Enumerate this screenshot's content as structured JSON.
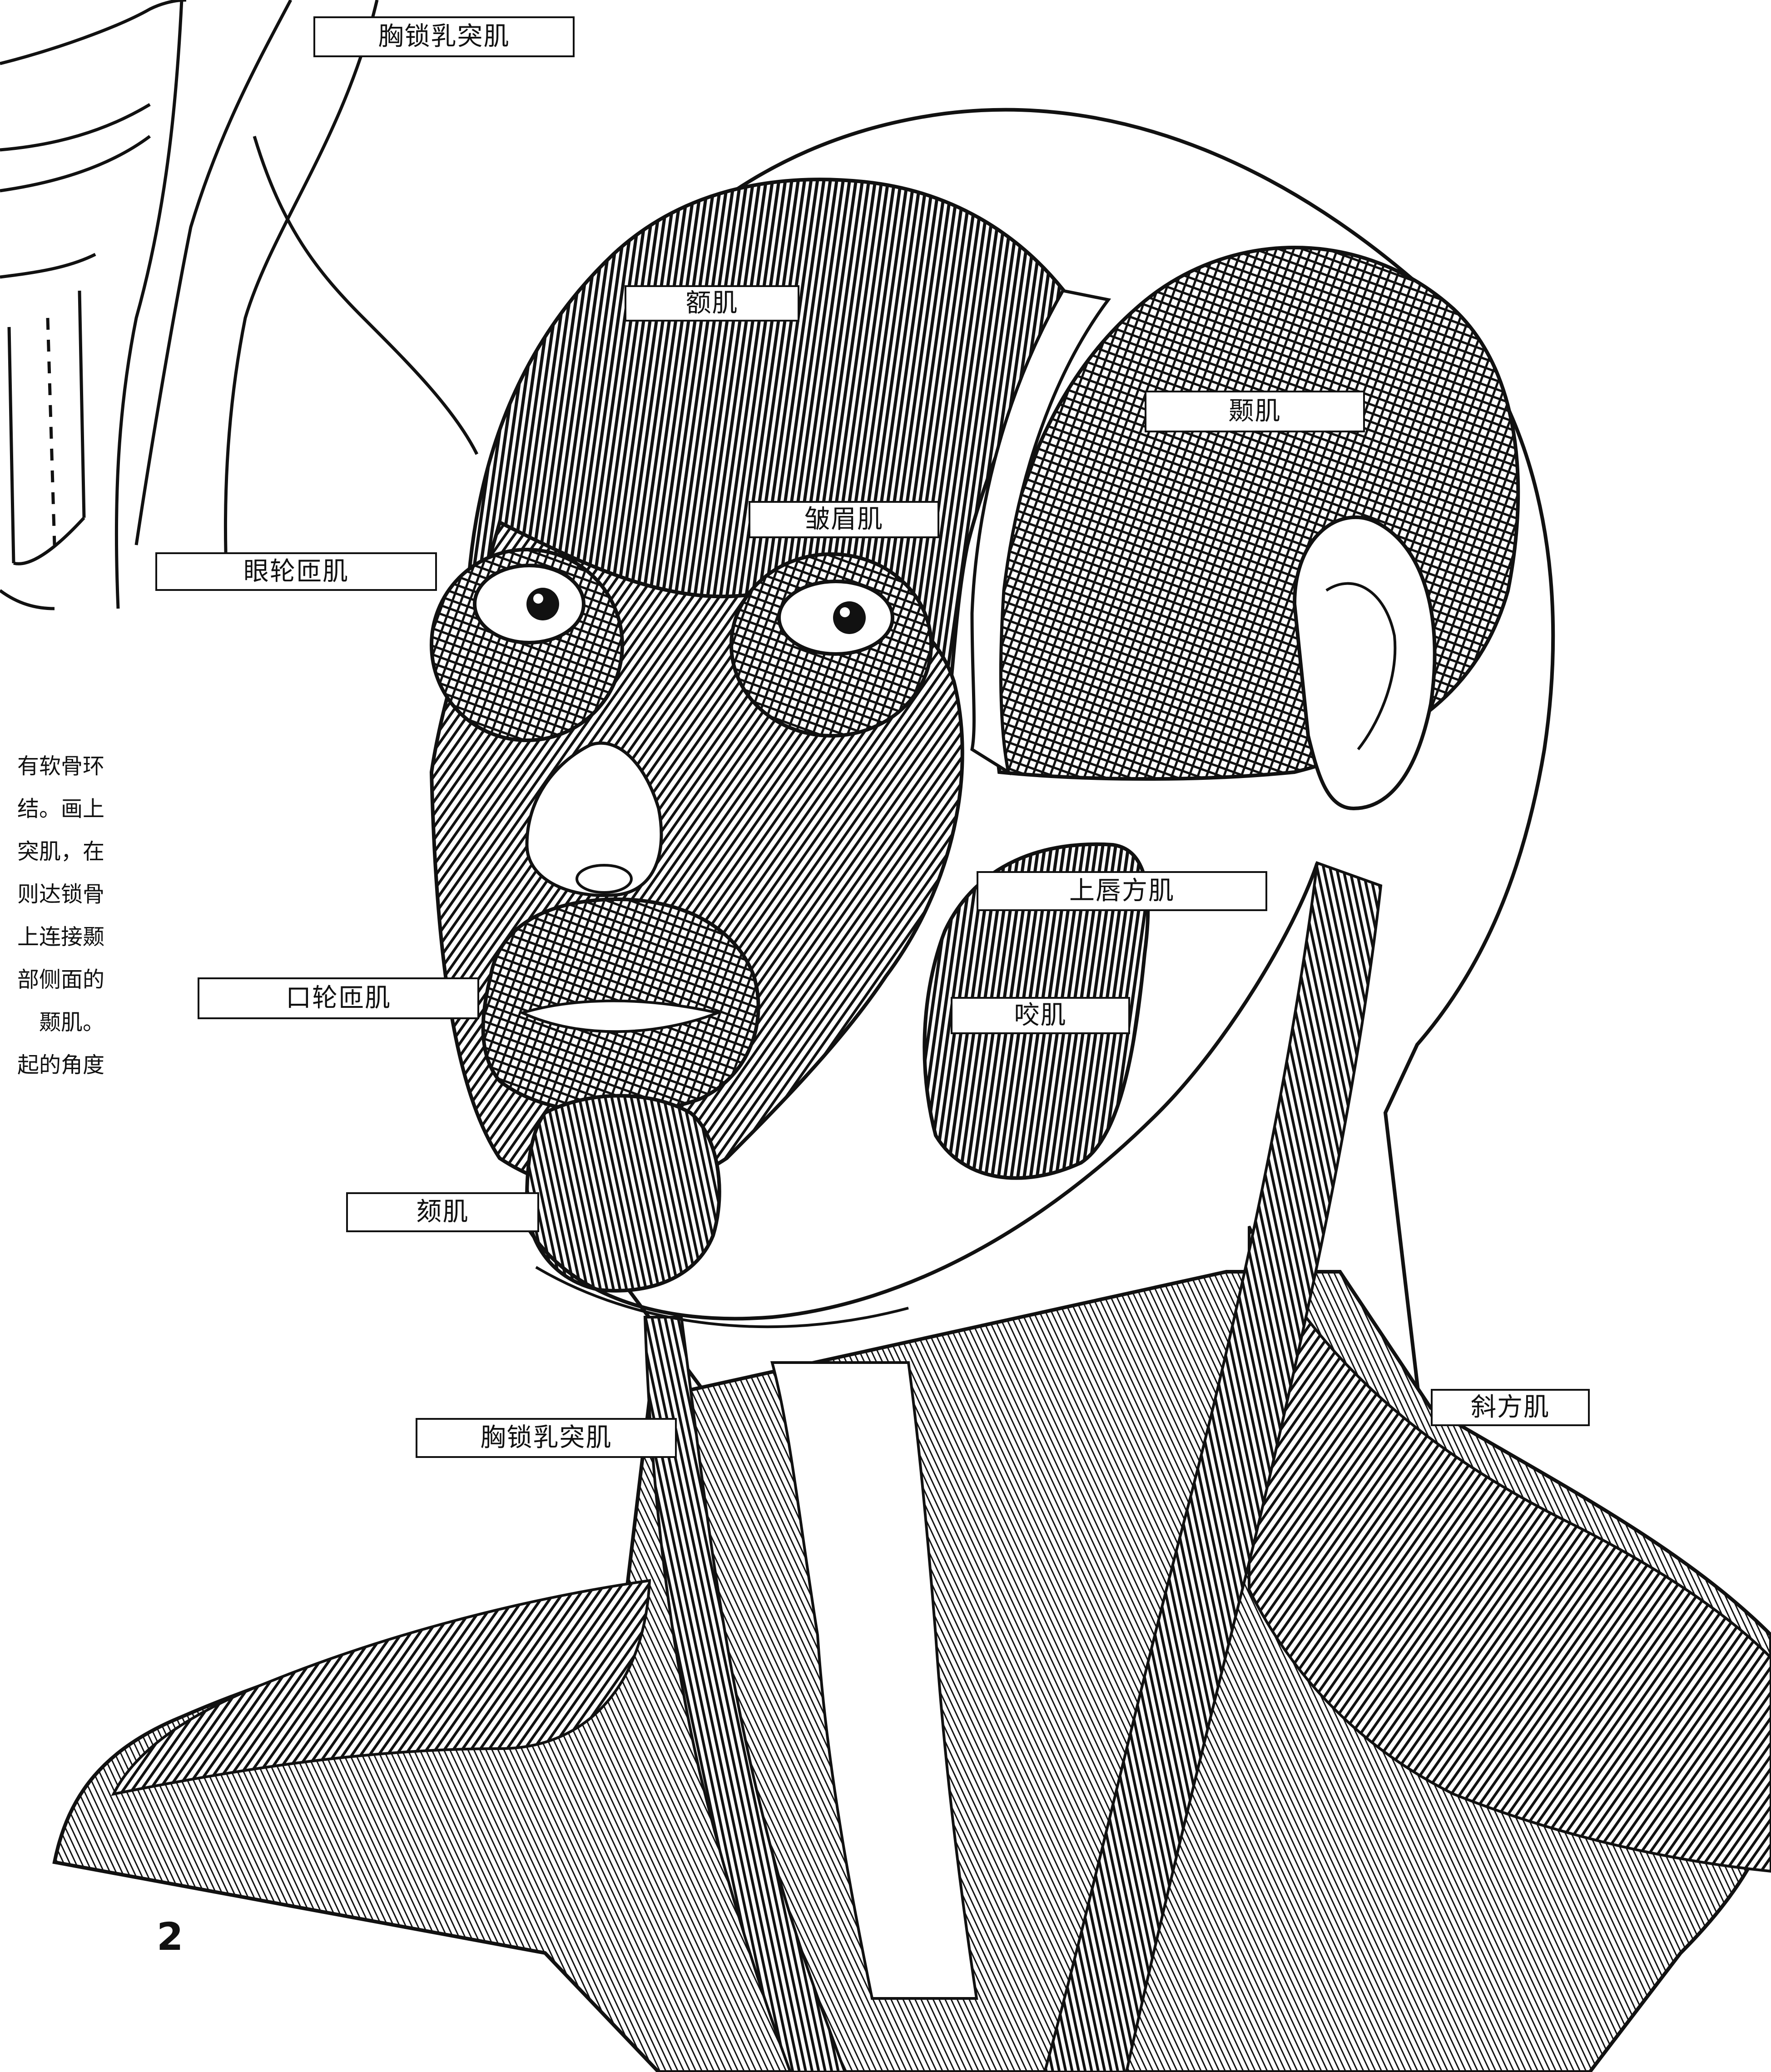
{
  "labels": {
    "scm_top": "胸锁乳突肌",
    "frontalis": "额肌",
    "temporalis": "颞肌",
    "corrugator": "皱眉肌",
    "orbicularis_oculi": "眼轮匝肌",
    "levator_labii": "上唇方肌",
    "orbicularis_oris": "口轮匝肌",
    "masseter": "咬肌",
    "mentalis": "颏肌",
    "scm_bottom": "胸锁乳突肌",
    "trapezius": "斜方肌"
  },
  "body_text": {
    "lines": [
      "有软骨环",
      "结。画上",
      "突肌，在",
      "则达锁骨",
      "上连接颞",
      "部侧面的",
      "颞肌。",
      "",
      "起的角度"
    ]
  },
  "page_number": "2",
  "colors": {
    "ink": "#111111",
    "paper": "#ffffff"
  }
}
